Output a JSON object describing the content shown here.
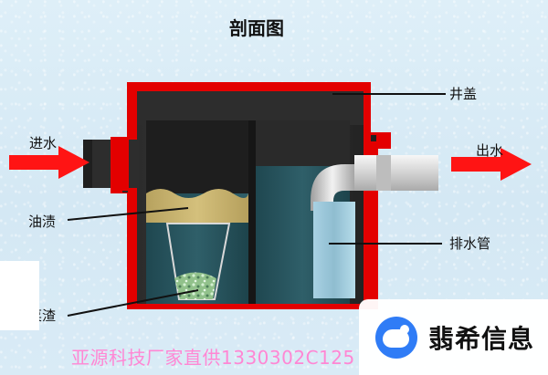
{
  "title": "剖面图",
  "labels": {
    "cover": "井盖",
    "inlet": "进水",
    "outlet": "出水",
    "oil": "油渍",
    "drain_pipe": "排水管",
    "residue": "菜渣"
  },
  "footer": {
    "text": "亚源科技厂家直供1330302C125"
  },
  "watermark": {
    "text": "翡希信息"
  },
  "colors": {
    "background": "#d9ebf6",
    "red": "#e30000",
    "body": "#2d2d2d",
    "water": "#264f59",
    "oil": "#c5b06c",
    "pipe": "#d6d6d6",
    "drain": "#9cc7db",
    "residue": "#92c08d",
    "footer": "#ff87d4",
    "logo": "#2f7cf6"
  }
}
